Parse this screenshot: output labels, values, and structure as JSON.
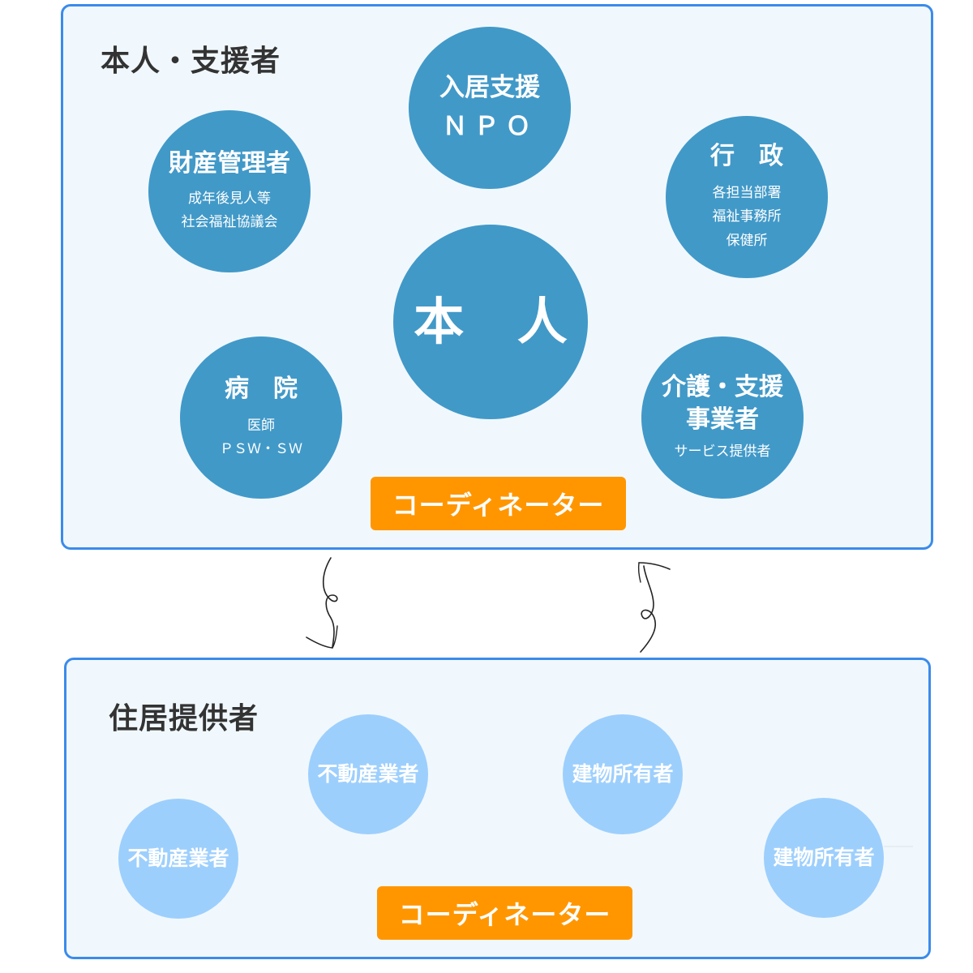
{
  "colors": {
    "panel_border": "#3b8beb",
    "panel_background": "#f0f8fd",
    "circle_dark": "#4199c8",
    "circle_light": "#9dcffd",
    "coordinator": "#ff9600",
    "title_text": "#333333"
  },
  "top_panel": {
    "title": "本人・支援者",
    "nodes": {
      "npo": {
        "title_lines": [
          "入居支援",
          "ＮＰＯ"
        ],
        "sub_lines": []
      },
      "property_manager": {
        "title_lines": [
          "財産管理者"
        ],
        "sub_lines": [
          "成年後見人等",
          "社会福祉協議会"
        ]
      },
      "administration": {
        "title_lines": [
          "行　政"
        ],
        "sub_lines": [
          "各担当部署",
          "福祉事務所",
          "保健所"
        ]
      },
      "person": {
        "title_lines": [
          "本 人"
        ],
        "sub_lines": []
      },
      "hospital": {
        "title_lines": [
          "病　院"
        ],
        "sub_lines": [
          "医師",
          "ＰＳＷ・ＳＷ"
        ]
      },
      "care_support": {
        "title_lines": [
          "介護・支援",
          "事業者"
        ],
        "sub_lines": [
          "サービス提供者"
        ]
      }
    },
    "coordinator_label": "コーディネーター"
  },
  "bottom_panel": {
    "title": "住居提供者",
    "nodes": {
      "real_estate_1": {
        "title_lines": [
          "不動産業者"
        ]
      },
      "building_owner_1": {
        "title_lines": [
          "建物所有者"
        ]
      },
      "real_estate_2": {
        "title_lines": [
          "不動産業者"
        ]
      },
      "building_owner_2": {
        "title_lines": [
          "建物所有者"
        ]
      }
    },
    "coordinator_label": "コーディネーター"
  },
  "connectors": [
    {
      "from": "top_panel",
      "to": "bottom_panel",
      "style": "hand-drawn curly arrow, pointing down"
    },
    {
      "from": "bottom_panel",
      "to": "top_panel",
      "style": "hand-drawn curly arrow, pointing up"
    }
  ]
}
